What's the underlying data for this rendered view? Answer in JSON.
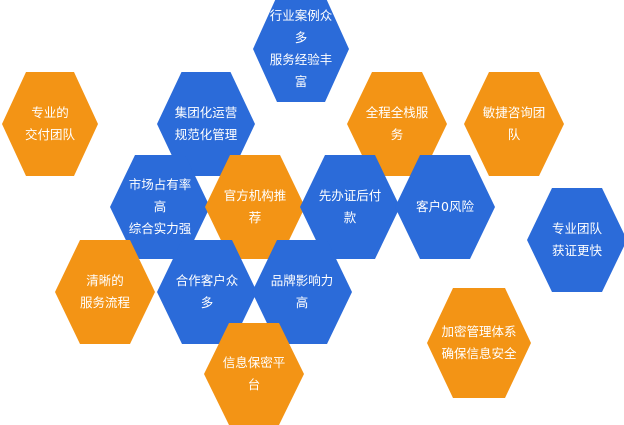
{
  "colors": {
    "orange": "#f39415",
    "blue": "#2b6bd9"
  },
  "hexagons": [
    {
      "id": "industry-cases",
      "color": "blue",
      "lines": [
        "行业案例众多",
        "服务经验丰富"
      ]
    },
    {
      "id": "professional-delivery",
      "color": "orange",
      "lines": [
        "专业的",
        "交付团队"
      ]
    },
    {
      "id": "group-operation",
      "color": "blue",
      "lines": [
        "集团化运营",
        "规范化管理"
      ]
    },
    {
      "id": "full-stack-service",
      "color": "orange",
      "lines": [
        "全程全栈服务"
      ]
    },
    {
      "id": "agile-consulting",
      "color": "orange",
      "lines": [
        "敏捷咨询团队"
      ]
    },
    {
      "id": "market-share",
      "color": "blue",
      "lines": [
        "市场占有率高",
        "综合实力强"
      ]
    },
    {
      "id": "official-recommend",
      "color": "orange",
      "lines": [
        "官方机构推荐"
      ]
    },
    {
      "id": "certificate-first",
      "color": "blue",
      "lines": [
        "先办证后付款"
      ]
    },
    {
      "id": "zero-risk",
      "color": "blue",
      "lines": [
        "客户0风险"
      ]
    },
    {
      "id": "fast-certification",
      "color": "blue",
      "lines": [
        "专业团队",
        "获证更快"
      ]
    },
    {
      "id": "clear-process",
      "color": "orange",
      "lines": [
        "清晰的",
        "服务流程"
      ]
    },
    {
      "id": "many-partners",
      "color": "blue",
      "lines": [
        "合作客户众多"
      ]
    },
    {
      "id": "brand-influence",
      "color": "blue",
      "lines": [
        "品牌影响力高"
      ]
    },
    {
      "id": "encryption-system",
      "color": "orange",
      "lines": [
        "加密管理体系",
        "确保信息安全"
      ]
    },
    {
      "id": "info-security-platform",
      "color": "orange",
      "lines": [
        "信息保密平台"
      ]
    }
  ]
}
